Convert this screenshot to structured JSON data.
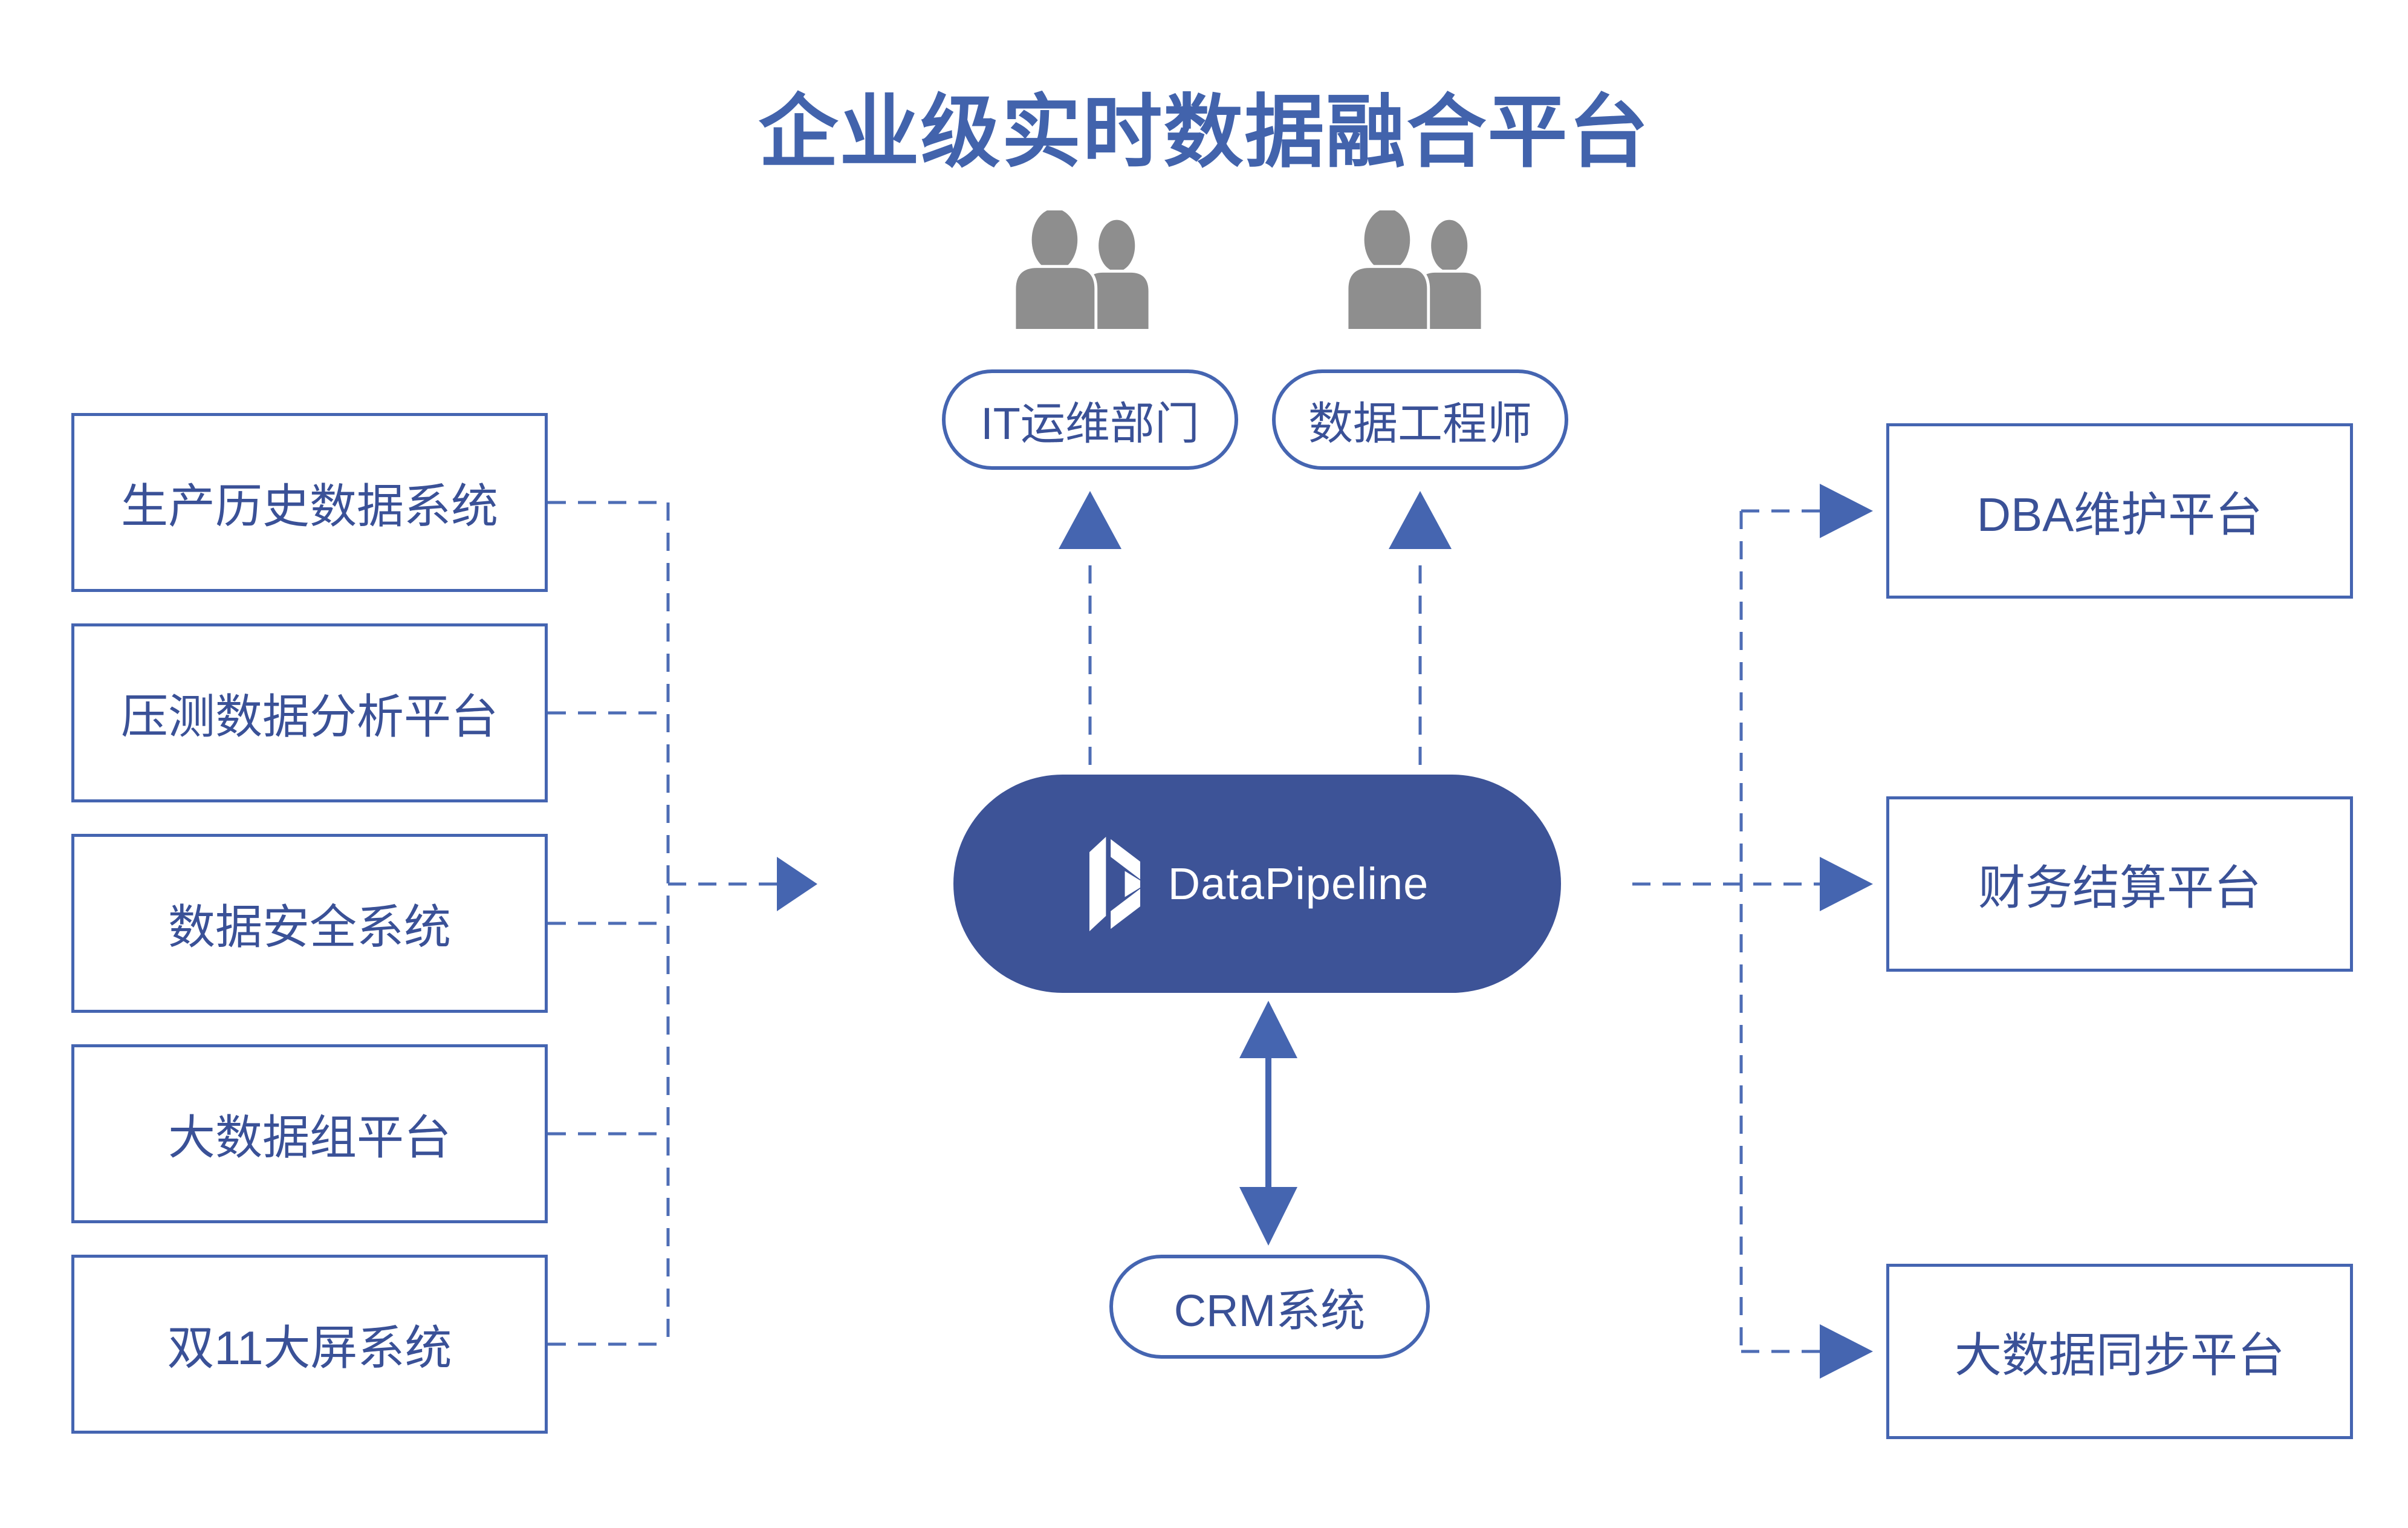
{
  "title": "企业级实时数据融合平台",
  "platform": {
    "name": "DataPipeline",
    "logo": "datapipeline-prism-icon"
  },
  "actors": [
    {
      "label": "IT运维部门",
      "icon": "users-icon"
    },
    {
      "label": "数据工程师",
      "icon": "users-icon"
    }
  ],
  "sources": [
    {
      "label": "生产历史数据系统"
    },
    {
      "label": "压测数据分析平台"
    },
    {
      "label": "数据安全系统"
    },
    {
      "label": "大数据组平台"
    },
    {
      "label": "双11大屏系统"
    }
  ],
  "targets": [
    {
      "label": "DBA维护平台"
    },
    {
      "label": "财务结算平台"
    },
    {
      "label": "大数据同步平台"
    }
  ],
  "bottom_system": {
    "label": "CRM系统"
  },
  "colors": {
    "accent": "#4565B0",
    "line": "#4E6DB5",
    "border": "#4565B1",
    "text": "#3A5197",
    "title": "#4263AC",
    "pill_bg": "#3D5397",
    "people_gray": "#8E8E8E"
  }
}
